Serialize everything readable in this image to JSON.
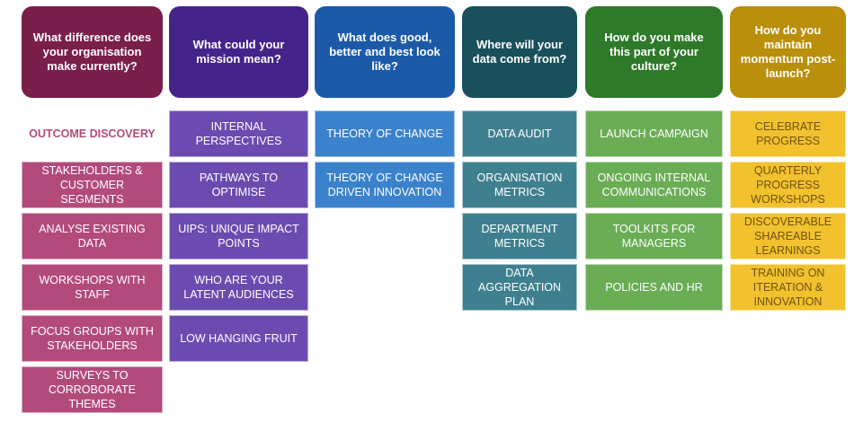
{
  "columns": [
    {
      "heading": "What difference does your organisation make currently?",
      "color": "#7a1e4c",
      "cell_color": "#b24a7c",
      "text_color": "#ffffff",
      "subtitle": "OUTCOME DISCOVERY",
      "items": [
        "STAKEHOLDERS & CUSTOMER SEGMENTS",
        "ANALYSE EXISTING DATA",
        "WORKSHOPS WITH STAFF",
        "FOCUS GROUPS WITH STAKEHOLDERS",
        "SURVEYS TO CORROBORATE THEMES"
      ]
    },
    {
      "heading": "What could your mission mean?",
      "color": "#45248a",
      "cell_color": "#6b4bb0",
      "text_color": "#ffffff",
      "items": [
        "INTERNAL PERSPECTIVES",
        "PATHWAYS TO OPTIMISE",
        "UIPs: UNIQUE IMPACT POINTS",
        "WHO ARE YOUR LATENT AUDIENCES",
        "LOW HANGING FRUIT"
      ]
    },
    {
      "heading": "What does good, better and best look like?",
      "color": "#1c5aa8",
      "cell_color": "#3a82cc",
      "text_color": "#ffffff",
      "items": [
        "THEORY OF CHANGE",
        "THEORY OF CHANGE DRIVEN INNOVATION"
      ]
    },
    {
      "heading": "Where will your data come from?",
      "color": "#1a4f5c",
      "cell_color": "#3f8090",
      "text_color": "#ffffff",
      "items": [
        "DATA AUDIT",
        "ORGANISATION METRICS",
        "DEPARTMENT METRICS",
        "DATA AGGREGATION PLAN"
      ]
    },
    {
      "heading": "How do you make this part of your culture?",
      "color": "#2f7a2a",
      "cell_color": "#6aad55",
      "text_color": "#ffffff",
      "items": [
        "LAUNCH CAMPAIGN",
        "ONGOING INTERNAL COMMUNICATIONS",
        "TOOLKITS FOR MANAGERS",
        "POLICIES AND HR"
      ]
    },
    {
      "heading": "How do you maintain momentum post-launch?",
      "color": "#b98f0c",
      "cell_color": "#f2c12e",
      "text_color": "#6e5410",
      "items": [
        "CELEBRATE PROGRESS",
        "QUARTERLY PROGRESS WORKSHOPS",
        "DISCOVERABLE SHAREABLE LEARNINGS",
        "TRAINING ON ITERATION & INNOVATION"
      ]
    }
  ]
}
